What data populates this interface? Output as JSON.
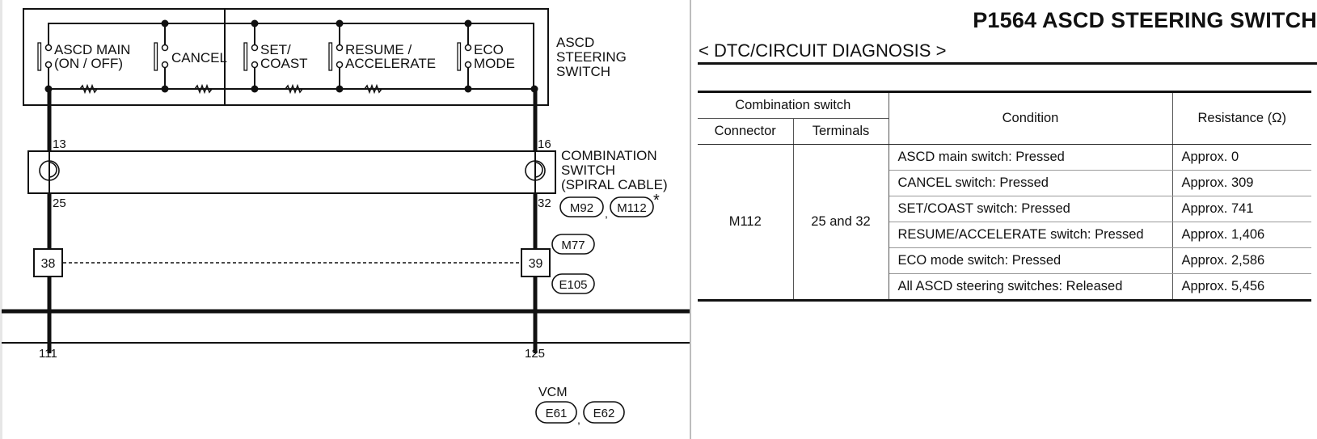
{
  "diagram": {
    "component_label": [
      "ASCD",
      "STEERING",
      "SWITCH"
    ],
    "switches": [
      {
        "lines": [
          "ASCD MAIN",
          "(ON / OFF)"
        ]
      },
      {
        "lines": [
          "CANCEL"
        ]
      },
      {
        "lines": [
          "SET/",
          "COAST"
        ]
      },
      {
        "lines": [
          "RESUME /",
          "ACCELERATE"
        ]
      },
      {
        "lines": [
          "ECO",
          "MODE"
        ]
      }
    ],
    "combination_switch_label": [
      "COMBINATION",
      "SWITCH",
      "(SPIRAL CABLE)"
    ],
    "terminals": {
      "left_top": "13",
      "left_bottom": "25",
      "right_top": "16",
      "right_bottom": "32",
      "joint_left": "38",
      "joint_right": "39",
      "vcm_left": "111",
      "vcm_right": "125"
    },
    "connectors": {
      "combination": [
        "M92",
        "M112"
      ],
      "combination_note": "*",
      "joint_top": "M77",
      "joint_bottom": "E105",
      "vcm": [
        "E61",
        "E62"
      ]
    },
    "vcm_label": "VCM"
  },
  "page": {
    "title": "P1564 ASCD STEERING SWITCH",
    "section": "< DTC/CIRCUIT DIAGNOSIS >"
  },
  "table": {
    "group_header": "Combination switch",
    "headers": {
      "connector": "Connector",
      "terminals": "Terminals",
      "condition": "Condition",
      "resistance": "Resistance (Ω)"
    },
    "connector": "M112",
    "terminals": "25 and 32",
    "rows": [
      {
        "condition": "ASCD main switch: Pressed",
        "resistance": "Approx. 0"
      },
      {
        "condition": "CANCEL switch: Pressed",
        "resistance": "Approx. 309"
      },
      {
        "condition": "SET/COAST switch: Pressed",
        "resistance": "Approx. 741"
      },
      {
        "condition": "RESUME/ACCELERATE switch: Pressed",
        "resistance": "Approx. 1,406"
      },
      {
        "condition": "ECO mode switch: Pressed",
        "resistance": "Approx. 2,586"
      },
      {
        "condition": "All ASCD steering switches: Released",
        "resistance": "Approx. 5,456"
      }
    ]
  }
}
